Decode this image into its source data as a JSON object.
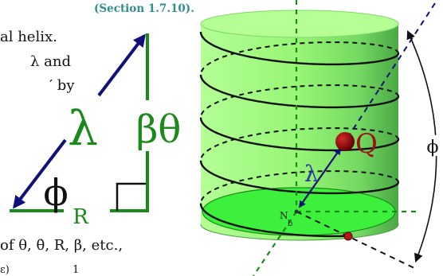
{
  "section_ref": "(Section 1.7.10).",
  "text_lines": [
    "al helix.",
    "λ and",
    "′ by"
  ],
  "bottom_text": "of θ, θ̇, R, β, etc.,",
  "bottom_fragment_left": "ɛ)",
  "bottom_fragment_index": "1",
  "triangle": {
    "hypotenuse_label": "λ",
    "vertical_label": "βθ",
    "base_label": "R",
    "angle_label": "ϕ"
  },
  "cylinder": {
    "point_label": "Q",
    "radius_label": "λ",
    "base_point_label": "N",
    "base_point_subscript": "b",
    "angle_label": "ϕ"
  },
  "colors": {
    "section_ref": "#2f8f8f",
    "label_green": "#1a8a1a",
    "arrow_blue": "#10107a",
    "q_red": "#a01010",
    "cylinder_light": "#b4ff96",
    "cylinder_dark": "#4aa845",
    "disk": "#3cf03c"
  }
}
